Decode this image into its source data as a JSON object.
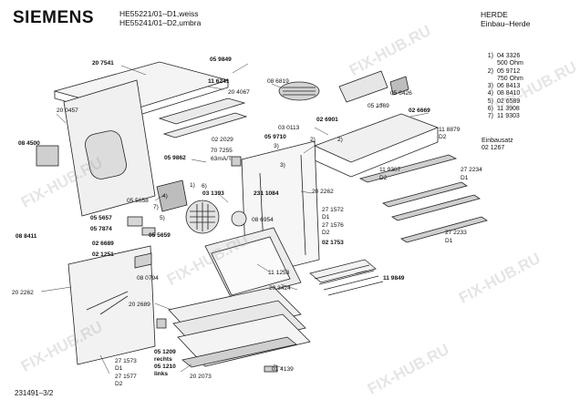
{
  "header": {
    "brand": "SIEMENS",
    "models": [
      "HE55221/01–D1,weiss",
      "HE55241/01–D2,umbra"
    ],
    "category": [
      "HERDE",
      "Einbau–Herde"
    ]
  },
  "legend": [
    {
      "key": "1)",
      "value": "04 3326"
    },
    {
      "key": "",
      "value": "500 Ohm"
    },
    {
      "key": "2)",
      "value": "05 9712"
    },
    {
      "key": "",
      "value": "750 Ohm"
    },
    {
      "key": "3)",
      "value": "06 8413"
    },
    {
      "key": "4)",
      "value": "08 8410"
    },
    {
      "key": "5)",
      "value": "02 6589"
    },
    {
      "key": "6)",
      "value": "11 3908"
    },
    {
      "key": "7)",
      "value": "11 9303"
    }
  ],
  "einbausatz": [
    "Einbausatz",
    "02 1267"
  ],
  "doc_number": "231491–3/2",
  "parts": [
    {
      "id": "p01",
      "text": "20 7541",
      "bold": true
    },
    {
      "id": "p02",
      "text": "05 9849",
      "bold": true
    },
    {
      "id": "p03",
      "text": "11 6241",
      "bold": true
    },
    {
      "id": "p04",
      "text": "20 4067",
      "bold": false
    },
    {
      "id": "p05",
      "text": "08 6819",
      "bold": false
    },
    {
      "id": "p06",
      "text": "05 6426",
      "bold": false
    },
    {
      "id": "p07",
      "text": "05 1369",
      "bold": false
    },
    {
      "id": "p08",
      "text": "02 6669",
      "bold": true
    },
    {
      "id": "p09",
      "text": "02 6901",
      "bold": true
    },
    {
      "id": "p10",
      "text": "03 0113",
      "bold": false
    },
    {
      "id": "p11",
      "text": "05 9710",
      "bold": true
    },
    {
      "id": "p12",
      "text": "02 2029",
      "bold": false
    },
    {
      "id": "p13",
      "text": "70 7255",
      "bold": false
    },
    {
      "id": "p14",
      "text": "63mA/T",
      "bold": false
    },
    {
      "id": "p15",
      "text": "05 9862",
      "bold": true
    },
    {
      "id": "p16",
      "text": "20 0457",
      "bold": false
    },
    {
      "id": "p17",
      "text": "08 4500",
      "bold": true
    },
    {
      "id": "p18",
      "text": "05 5658",
      "bold": false
    },
    {
      "id": "p19",
      "text": "03 1393",
      "bold": true
    },
    {
      "id": "p20",
      "text": "231 1084",
      "bold": true
    },
    {
      "id": "p21",
      "text": "20 2262",
      "bold": false
    },
    {
      "id": "p22",
      "text": "11 8879",
      "bold": false
    },
    {
      "id": "p23",
      "text": "D2",
      "bold": false
    },
    {
      "id": "p24",
      "text": "11 9307",
      "bold": false
    },
    {
      "id": "p25",
      "text": "D2",
      "bold": false
    },
    {
      "id": "p26",
      "text": "27 2234",
      "bold": false
    },
    {
      "id": "p27",
      "text": "D1",
      "bold": false
    },
    {
      "id": "p28",
      "text": "27 1572",
      "bold": false
    },
    {
      "id": "p29",
      "text": "D1",
      "bold": false
    },
    {
      "id": "p30",
      "text": "27 1576",
      "bold": false
    },
    {
      "id": "p31",
      "text": "D2",
      "bold": false
    },
    {
      "id": "p32",
      "text": "02 1753",
      "bold": true
    },
    {
      "id": "p33",
      "text": "27 2233",
      "bold": false
    },
    {
      "id": "p34",
      "text": "D1",
      "bold": false
    },
    {
      "id": "p35",
      "text": "05 5657",
      "bold": true
    },
    {
      "id": "p36",
      "text": "05 7874",
      "bold": true
    },
    {
      "id": "p37",
      "text": "05 5659",
      "bold": true
    },
    {
      "id": "p38",
      "text": "08 6954",
      "bold": false
    },
    {
      "id": "p39",
      "text": "08 8411",
      "bold": true
    },
    {
      "id": "p40",
      "text": "02 6689",
      "bold": true
    },
    {
      "id": "p41",
      "text": "02 1251",
      "bold": true
    },
    {
      "id": "p42",
      "text": "08 0794",
      "bold": false
    },
    {
      "id": "p43",
      "text": "11 1253",
      "bold": false
    },
    {
      "id": "p44",
      "text": "11 9849",
      "bold": true
    },
    {
      "id": "p45",
      "text": "20 2262",
      "bold": false
    },
    {
      "id": "p46",
      "text": "20 2689",
      "bold": false
    },
    {
      "id": "p47",
      "text": "20 3424",
      "bold": false
    },
    {
      "id": "p48",
      "text": "05 1209",
      "bold": true
    },
    {
      "id": "p49",
      "text": "rechts",
      "bold": true
    },
    {
      "id": "p50",
      "text": "05 1210",
      "bold": true
    },
    {
      "id": "p51",
      "text": "links",
      "bold": true
    },
    {
      "id": "p52",
      "text": "27 1573",
      "bold": false
    },
    {
      "id": "p53",
      "text": "D1",
      "bold": false
    },
    {
      "id": "p54",
      "text": "27 1577",
      "bold": false
    },
    {
      "id": "p55",
      "text": "D2",
      "bold": false
    },
    {
      "id": "p56",
      "text": "20 2073",
      "bold": false
    },
    {
      "id": "p57",
      "text": "01 4139",
      "bold": false
    }
  ],
  "callouts": [
    "1)",
    "2)",
    "3)",
    "4)",
    "5)",
    "6)",
    "7)",
    "2)",
    "3)"
  ],
  "watermark": "FIX-HUB.RU"
}
